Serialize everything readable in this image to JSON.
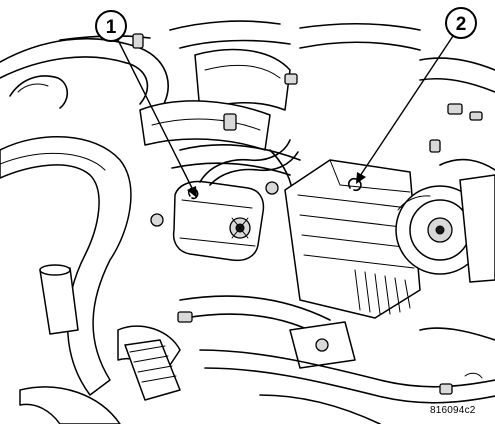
{
  "callouts": [
    {
      "label": "1"
    },
    {
      "label": "2"
    }
  ],
  "figure_id": "816094c2",
  "colors": {
    "ink": "#000000",
    "paper": "#ffffff",
    "shade": "#d9d9d9"
  }
}
